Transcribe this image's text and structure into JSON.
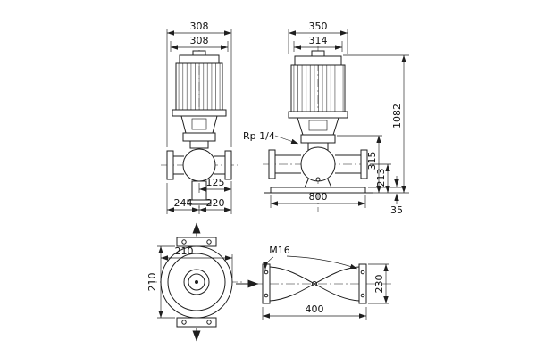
{
  "drawing": {
    "side_view": {
      "dim_width_outer": "308",
      "dim_width_inner": "308",
      "dim_flange_offset": "125",
      "dim_depth_left": "244",
      "dim_depth_right": "220"
    },
    "front_view": {
      "dim_width_outer": "350",
      "dim_width_inner": "314",
      "port_thread_label": "Rp 1/4",
      "dim_total_height": "1082",
      "dim_head_height": "315",
      "dim_port_height": "213",
      "dim_base_height": "35",
      "dim_base_length": "800"
    },
    "top_view": {
      "dim_width": "210",
      "dim_depth": "210"
    },
    "flange_section_view": {
      "bolt_size_label": "M16",
      "dim_port_distance": "400",
      "dim_flange_od": "230"
    }
  }
}
